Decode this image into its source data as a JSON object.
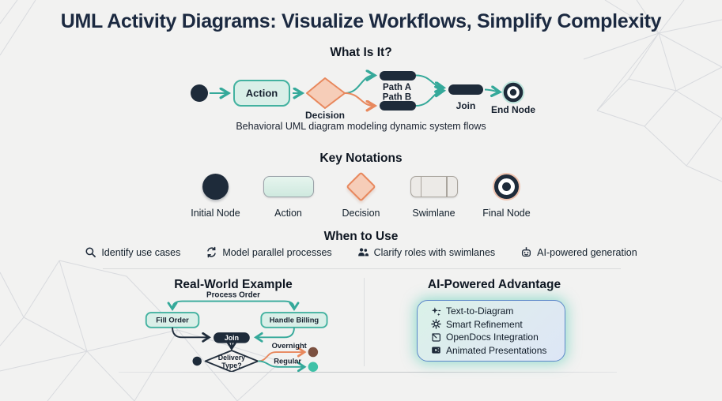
{
  "title": "UML Activity Diagrams: Visualize Workflows, Simplify Complexity",
  "colors": {
    "accent_teal": "#35a99a",
    "accent_orange": "#e8885d",
    "ink_navy": "#1e2b3a",
    "mint_fill": "#d9efe8",
    "peach_fill": "#f6cdb8",
    "card_border": "#5b87c9",
    "dot_brown": "#7c5140",
    "dot_teal": "#3fc1a7"
  },
  "what_is_it": {
    "heading": "What Is It?",
    "caption": "Behavioral UML diagram modeling dynamic system flows",
    "labels": {
      "action": "Action",
      "decision": "Decision",
      "path_a": "Path A",
      "path_b": "Path B",
      "join": "Join",
      "end_node": "End Node"
    }
  },
  "key_notations": {
    "heading": "Key Notations",
    "items": [
      {
        "icon": "initial-node-shape",
        "label": "Initial Node"
      },
      {
        "icon": "action-shape",
        "label": "Action"
      },
      {
        "icon": "decision-shape",
        "label": "Decision"
      },
      {
        "icon": "swimlane-shape",
        "label": "Swimlane"
      },
      {
        "icon": "final-node-shape",
        "label": "Final Node"
      }
    ]
  },
  "when_to_use": {
    "heading": "When to Use",
    "items": [
      {
        "icon": "search-icon",
        "label": "Identify use cases"
      },
      {
        "icon": "sync-icon",
        "label": "Model parallel processes"
      },
      {
        "icon": "people-icon",
        "label": "Clarify roles with swimlanes"
      },
      {
        "icon": "robot-icon",
        "label": "AI-powered generation"
      }
    ]
  },
  "real_world_example": {
    "heading": "Real-World Example",
    "labels": {
      "process_order": "Process Order",
      "fill_order": "Fill Order",
      "handle_billing": "Handle Billing",
      "join": "Join",
      "delivery_line1": "Delivery",
      "delivery_line2": "Type?",
      "overnight": "Overnight",
      "regular": "Regular"
    }
  },
  "ai_advantage": {
    "heading": "AI-Powered Advantage",
    "items": [
      {
        "icon": "sparkles-icon",
        "label": "Text-to-Diagram"
      },
      {
        "icon": "gear-icon",
        "label": "Smart Refinement"
      },
      {
        "icon": "export-icon",
        "label": "OpenDocs Integration"
      },
      {
        "icon": "presentation-icon",
        "label": "Animated Presentations"
      }
    ]
  }
}
